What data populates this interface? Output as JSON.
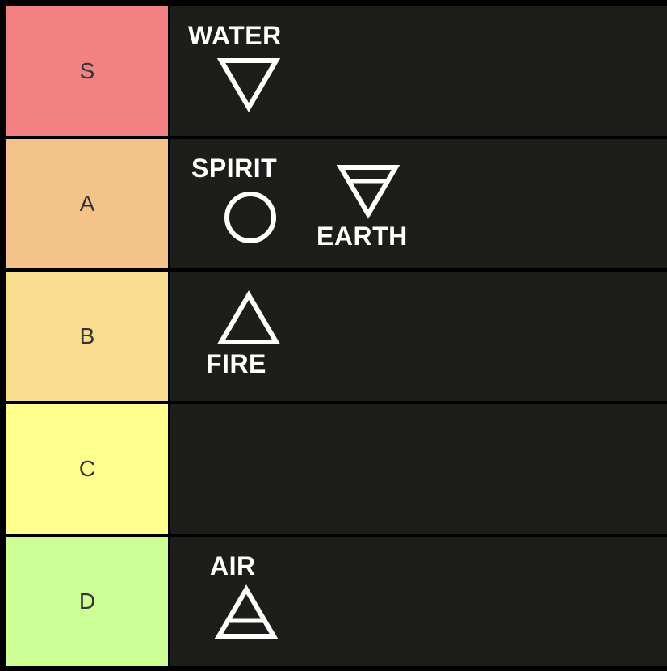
{
  "tiers": [
    {
      "label": "S",
      "color": "#f28282"
    },
    {
      "label": "A",
      "color": "#f4c38a"
    },
    {
      "label": "B",
      "color": "#f7dd8d"
    },
    {
      "label": "C",
      "color": "#ffff8e"
    },
    {
      "label": "D",
      "color": "#cdfd95"
    }
  ],
  "items": {
    "water": {
      "label": "WATER",
      "icon": "water-element-icon"
    },
    "spirit": {
      "label": "SPIRIT",
      "icon": "spirit-element-icon"
    },
    "earth": {
      "label": "EARTH",
      "icon": "earth-element-icon"
    },
    "fire": {
      "label": "FIRE",
      "icon": "fire-element-icon"
    },
    "air": {
      "label": "AIR",
      "icon": "air-element-icon"
    }
  }
}
